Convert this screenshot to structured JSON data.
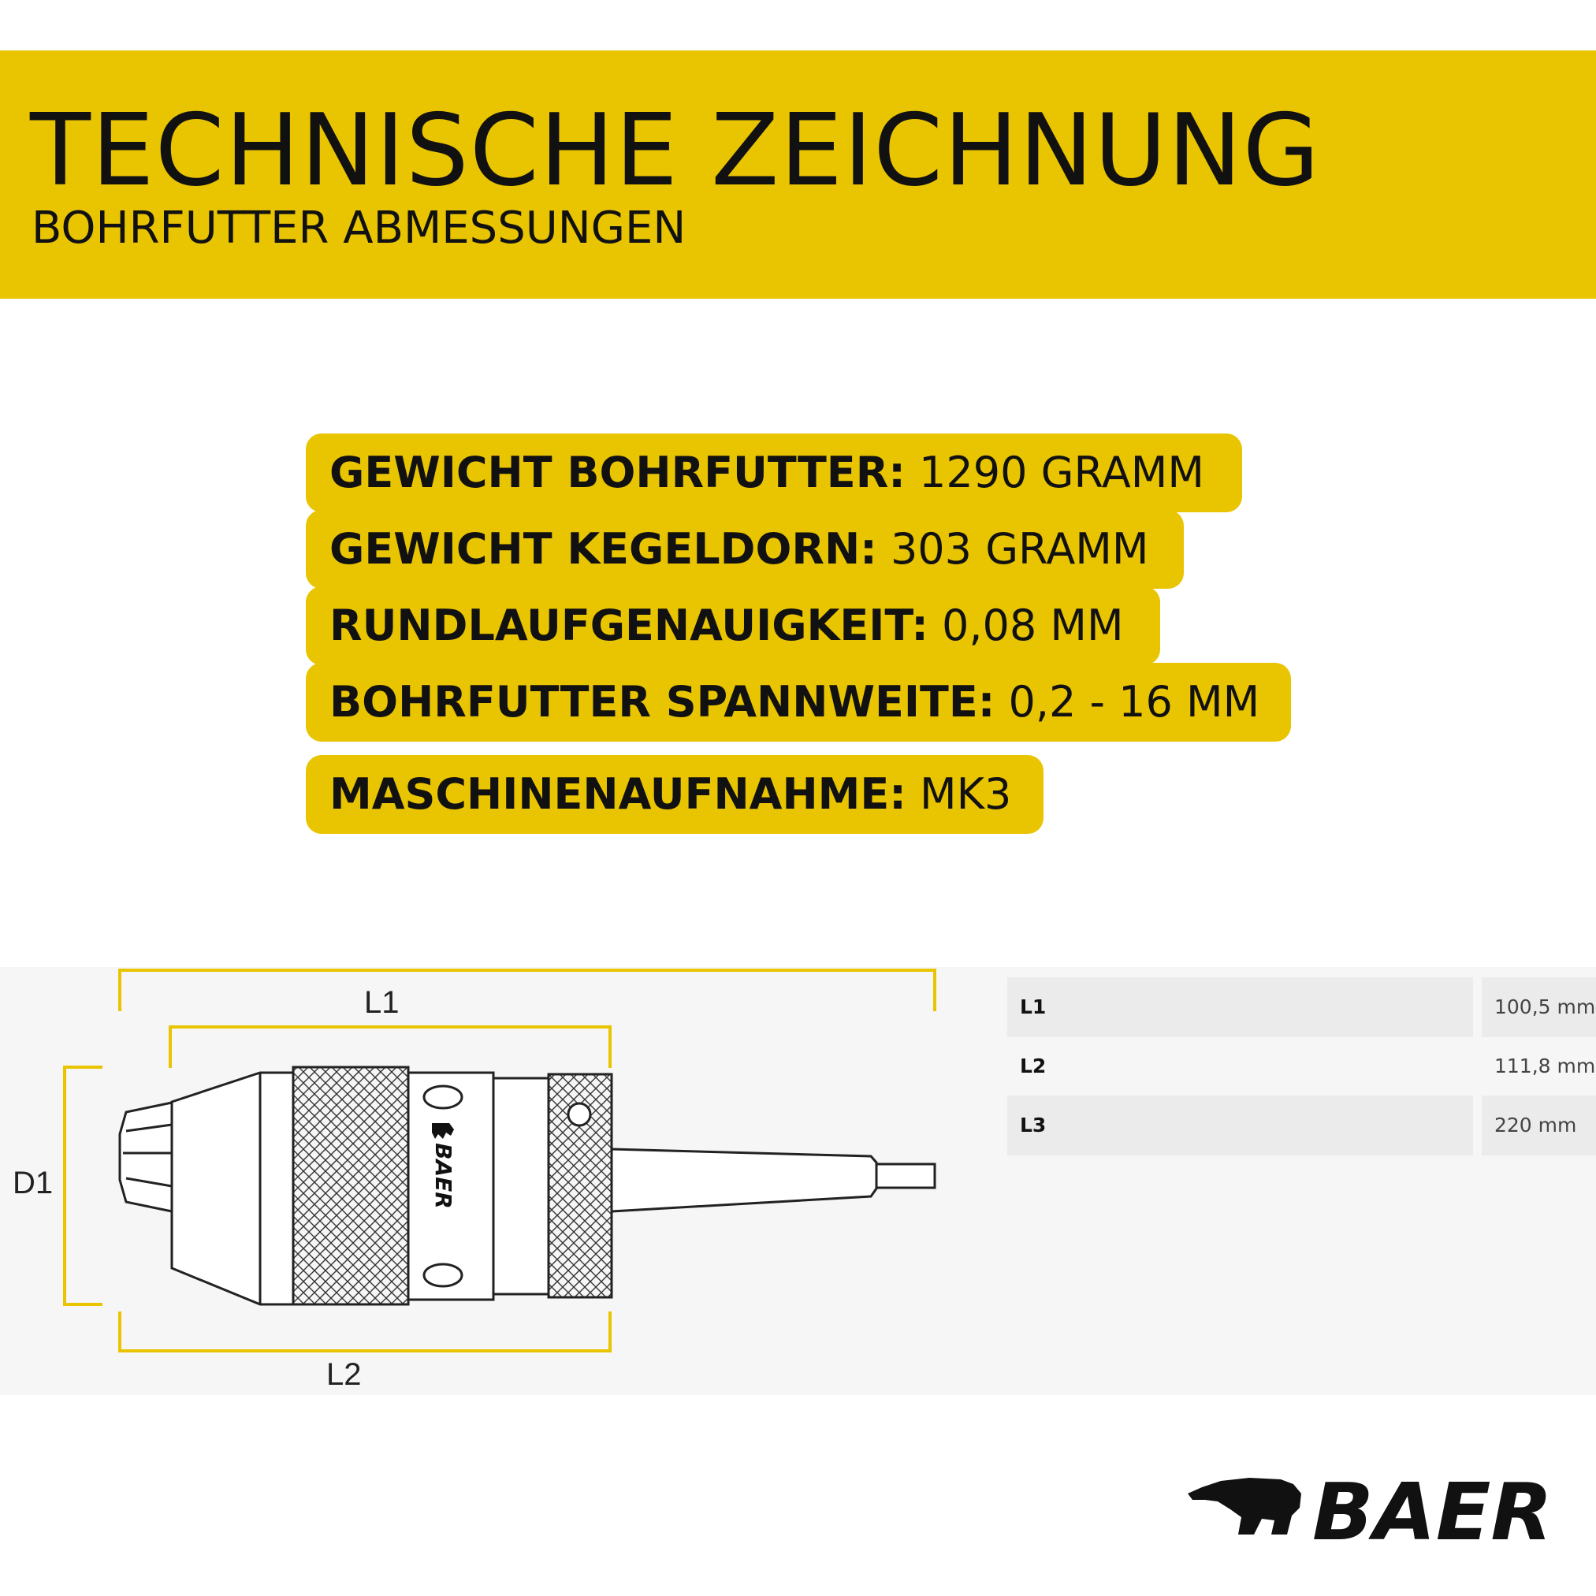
{
  "header": {
    "title": "TECHNISCHE ZEICHNUNG",
    "subtitle": "BOHRFUTTER ABMESSUNGEN"
  },
  "specs": [
    {
      "label": "GEWICHT BOHRFUTTER:",
      "value": "1290 GRAMM"
    },
    {
      "label": "GEWICHT KEGELDORN:",
      "value": "303 GRAMM"
    },
    {
      "label": "RUNDLAUFGENAUIGKEIT:",
      "value": "0,08 MM"
    },
    {
      "label": "BOHRFUTTER SPANNWEITE:",
      "value": "0,2 - 16 MM"
    },
    {
      "label": "MASCHINENAUFNAHME:",
      "value": "MK3"
    }
  ],
  "drawing": {
    "dimension_labels": {
      "l1": "L1",
      "l2": "L2",
      "d1": "D1"
    },
    "chuck_brand_text": "BAER"
  },
  "dimensions_table": [
    {
      "name": "L1",
      "value": "100,5 mm"
    },
    {
      "name": "L2",
      "value": "111,8 mm"
    },
    {
      "name": "L3",
      "value": "220 mm"
    }
  ],
  "brand": {
    "logo_text": "BAER"
  },
  "colors": {
    "accent": "#e9c401",
    "text": "#111111",
    "table_shade": "#ebebeb"
  }
}
